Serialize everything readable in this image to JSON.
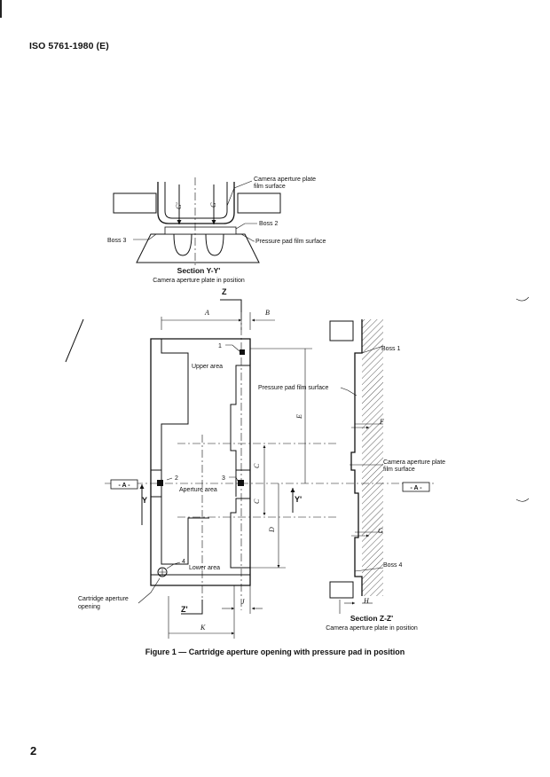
{
  "header": {
    "standard": "ISO 5761-1980 (E)"
  },
  "page_number": "2",
  "figure": {
    "caption": "Figure 1 — Cartridge aperture opening with pressure pad in position",
    "section_yy": {
      "title": "Section Y-Y'",
      "subtitle": "Camera aperture plate in position",
      "labels": {
        "camera_plate": [
          "Camera aperture plate",
          "film surface"
        ],
        "boss2": "Boss 2",
        "boss3": "Boss 3",
        "pad_surface": "Pressure pad film surface",
        "g_prime": "G'",
        "g": "G"
      }
    },
    "main_view": {
      "z_label": "Z",
      "z_prime_label": "Z'",
      "dims": {
        "a": "A",
        "b": "B",
        "c1": "C",
        "c2": "C",
        "d": "D",
        "e": "E",
        "j": "J",
        "k": "K"
      },
      "points": {
        "p1": "1",
        "p2": "2",
        "p3": "3",
        "p4": "4"
      },
      "areas": {
        "upper": "Upper area",
        "aperture": "Aperture area",
        "lower": "Lower area"
      },
      "a_marker_left": "- A -",
      "a_marker_right": "- A -",
      "y_label": "Y",
      "y_prime_label": "Y'",
      "cartridge_opening": [
        "Cartridge aperture",
        "opening"
      ],
      "pad_surface": "Pressure pad film surface"
    },
    "section_zz": {
      "title": "Section Z-Z'",
      "subtitle": "Camera aperture plate in position",
      "labels": {
        "boss1": "Boss 1",
        "boss4": "Boss 4",
        "camera_plate": [
          "Camera aperture plate",
          "film surface"
        ],
        "f": "F",
        "g": "G",
        "h": "H"
      }
    }
  }
}
